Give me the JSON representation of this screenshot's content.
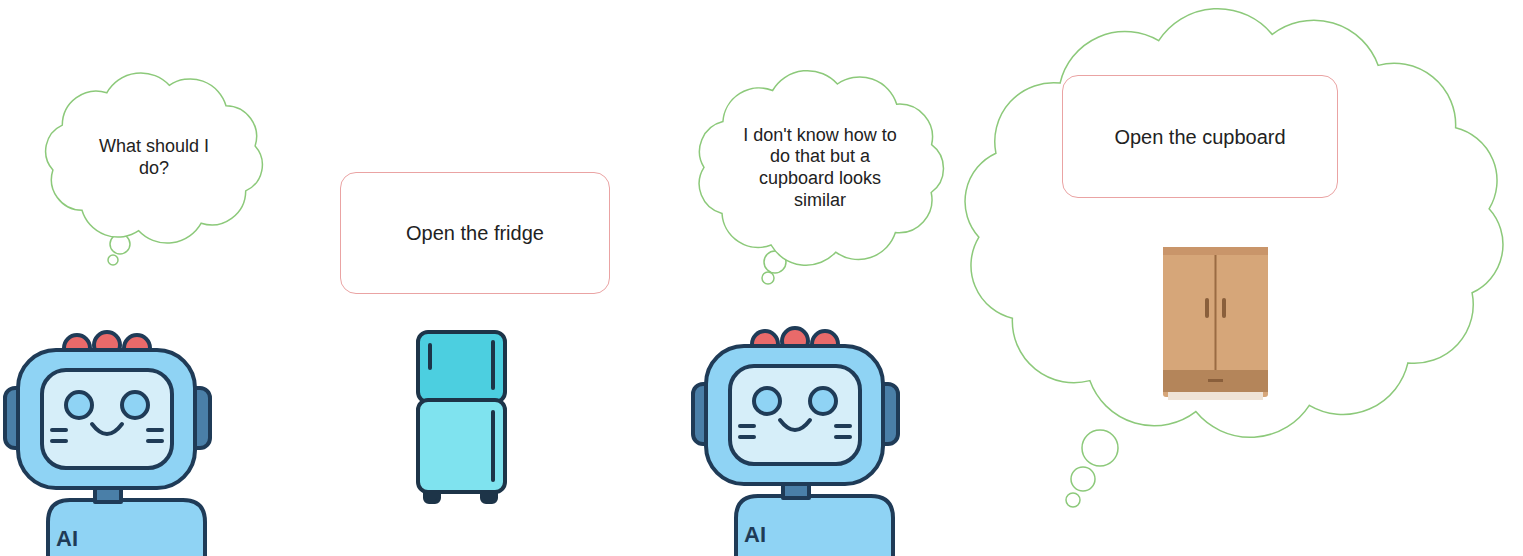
{
  "diagram": {
    "nodes": [
      {
        "text": [
          "What should I do?"
        ]
      },
      {
        "text": [
          "Open the fridge"
        ]
      },
      {
        "text": [
          "I don't know how to do that but a cupboard looks similar"
        ]
      },
      {
        "text": [
          "Open the cupboard"
        ]
      }
    ],
    "labels": [
      "AI",
      "AI"
    ]
  }
}
